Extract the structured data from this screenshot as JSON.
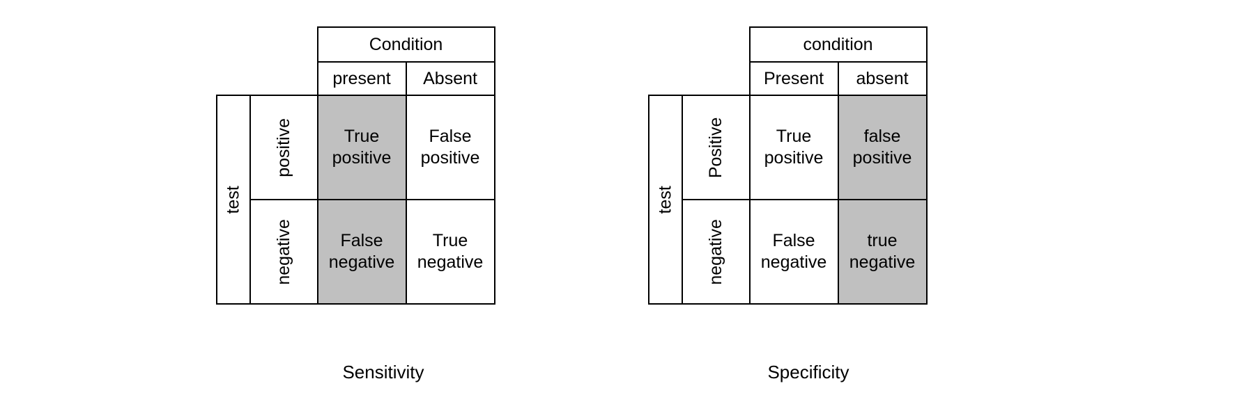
{
  "figure": {
    "type": "diagram",
    "description": "Two 2x2 confusion matrices illustrating Sensitivity and Specificity",
    "shade_color": "#c0c0c0",
    "border_color": "#000000",
    "background": "#ffffff"
  },
  "panels": [
    {
      "id": "sensitivity",
      "caption": "Sensitivity",
      "column_group_header": "Condition",
      "column_headers": [
        "present",
        "Absent"
      ],
      "row_group_header": "test",
      "row_headers": [
        "positive",
        "negative"
      ],
      "cells": [
        [
          {
            "label_line1": "True",
            "label_line2": "positive",
            "shaded": true
          },
          {
            "label_line1": "False",
            "label_line2": "positive",
            "shaded": false
          }
        ],
        [
          {
            "label_line1": "False",
            "label_line2": "negative",
            "shaded": true
          },
          {
            "label_line1": "True",
            "label_line2": "negative",
            "shaded": false
          }
        ]
      ],
      "highlighted_column": "present"
    },
    {
      "id": "specificity",
      "caption": "Specificity",
      "column_group_header": "condition",
      "column_headers": [
        "Present",
        "absent"
      ],
      "row_group_header": "test",
      "row_headers": [
        "Positive",
        "negative"
      ],
      "cells": [
        [
          {
            "label_line1": "True",
            "label_line2": "positive",
            "shaded": false
          },
          {
            "label_line1": "false",
            "label_line2": "positive",
            "shaded": true
          }
        ],
        [
          {
            "label_line1": "False",
            "label_line2": "negative",
            "shaded": false
          },
          {
            "label_line1": "true",
            "label_line2": "negative",
            "shaded": true
          }
        ]
      ],
      "highlighted_column": "absent"
    }
  ]
}
